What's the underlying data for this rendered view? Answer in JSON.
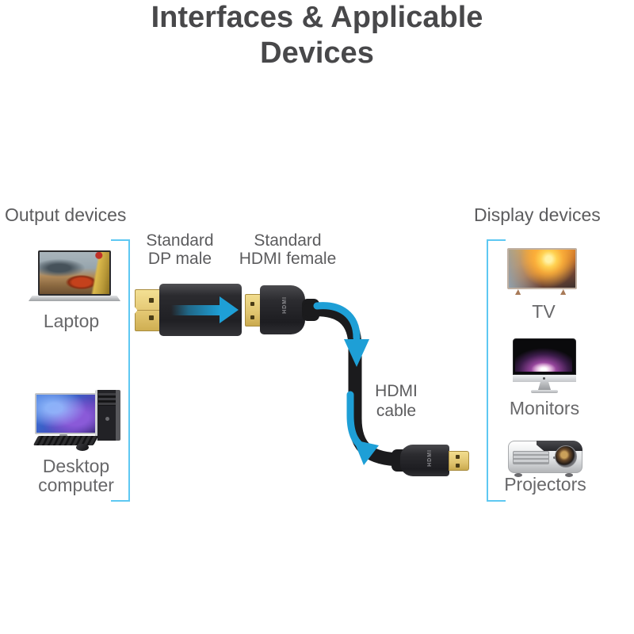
{
  "title": {
    "line1": "Interfaces & Applicable",
    "line2": "Devices"
  },
  "left_panel": {
    "heading": "Output devices",
    "items": [
      {
        "name": "laptop",
        "label": "Laptop"
      },
      {
        "name": "desktop-computer",
        "label_line1": "Desktop",
        "label_line2": "computer"
      }
    ]
  },
  "right_panel": {
    "heading": "Display devices",
    "items": [
      {
        "name": "tv",
        "label": "TV"
      },
      {
        "name": "monitors",
        "label": "Monitors"
      },
      {
        "name": "projectors",
        "label": "Projectors"
      }
    ]
  },
  "adapter": {
    "dp_label_line1": "Standard",
    "dp_label_line2": "DP male",
    "hdmi_label_line1": "Standard",
    "hdmi_label_line2": "HDMI female",
    "port_text": "HDMI"
  },
  "cable": {
    "label_line1": "HDMI",
    "label_line2": "cable",
    "port_text": "HDMI"
  },
  "colors": {
    "bracket_blue": "#5ec8f2",
    "arrow_blue": "#1e9fd6",
    "title_gray": "#48484a",
    "label_gray": "#68686a",
    "connector_gold": "#e7cf7d",
    "cable_black": "#1b1b1d"
  }
}
